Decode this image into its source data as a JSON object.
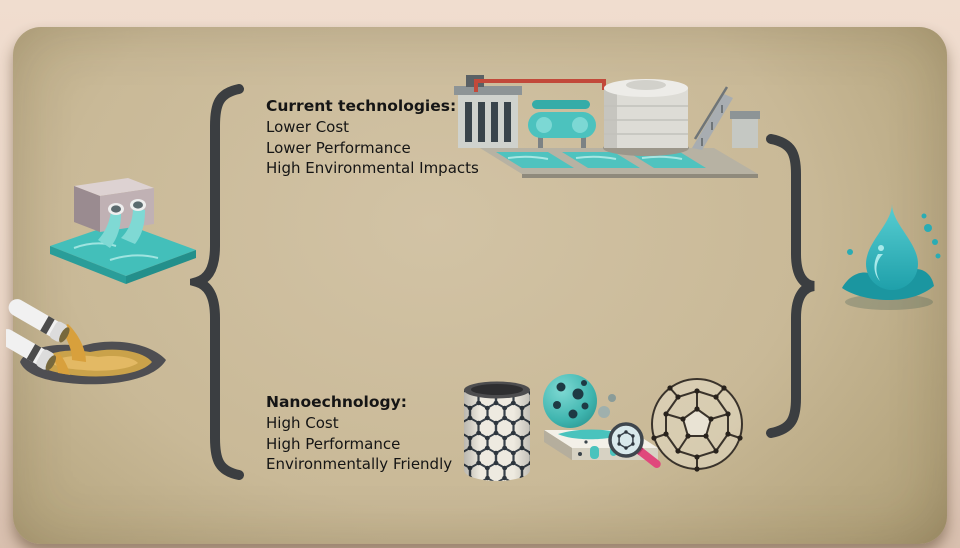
{
  "diagram": {
    "current_technologies": {
      "title": "Current technologies:",
      "items": [
        "Lower Cost",
        "Lower Performance",
        "High Environmental Impacts"
      ]
    },
    "nanotechnology": {
      "title": "Nanoechnology:",
      "items": [
        "High Cost",
        "High Performance",
        "Environmentally Friendly"
      ]
    }
  },
  "icons": {
    "left_brace": "curly-brace-left",
    "right_brace": "curly-brace-right",
    "wastewater_outfall": "polluted-water-discharge",
    "sewage_pipes": "sludge-discharge-pipes",
    "treatment_plant": "water-treatment-plant",
    "carbon_nanotube": "carbon-nanotube-lattice",
    "nanoparticle": "nanoparticle-sphere",
    "membrane_magnifier": "membrane-surface-with-magnifying-glass",
    "fullerene": "fullerene-buckyball",
    "clean_water_drop": "clean-water-droplet-splash"
  },
  "colors": {
    "outer_background": "#ecdacb",
    "panel_center": "#ccbc9d",
    "panel_edge": "#8f8158",
    "accent_teal": "#3fc2c4",
    "splash_teal": "#1d9aa0",
    "brace": "#3d4043",
    "text": "#161616",
    "sludge_amber": "#d89b36",
    "magnifier_handle_pink": "#e0487c"
  }
}
